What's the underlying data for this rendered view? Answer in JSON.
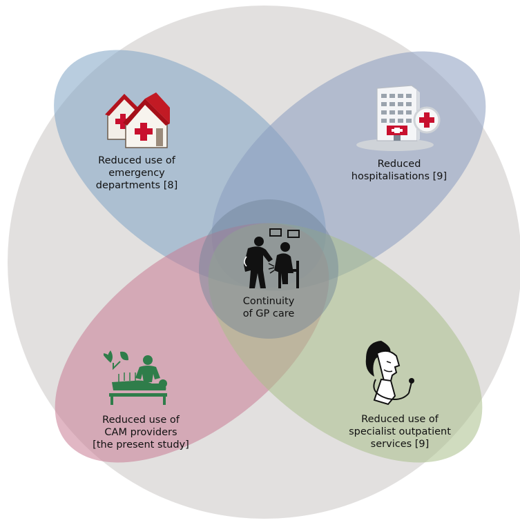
{
  "diagram": {
    "center": {
      "label_lines": [
        "Continuity",
        "of GP care"
      ],
      "icon": "doctor-patient-icon"
    },
    "petals": [
      {
        "id": "emergency",
        "icon": "house-red-cross-icon",
        "label_lines": [
          "Reduced use of",
          "emergency",
          "departments [8]"
        ],
        "color": "#7fa4c4"
      },
      {
        "id": "hospital",
        "icon": "hospital-building-icon",
        "label_lines": [
          "Reduced",
          "hospitalisations [9]"
        ],
        "color": "#8a9cc0"
      },
      {
        "id": "cam",
        "icon": "cam-therapy-icon",
        "label_lines": [
          "Reduced use of",
          "CAM providers",
          "[the present study]"
        ],
        "color": "#c97c94"
      },
      {
        "id": "specialist",
        "icon": "specialist-doctor-icon",
        "label_lines": [
          "Reduced use of",
          "specialist outpatient",
          "services [9]"
        ],
        "color": "#a9bf8b"
      }
    ],
    "colors": {
      "background_circle": "#e2e0df",
      "center_circle": "#6f8296",
      "icon_dark": "#111111",
      "icon_red": "#c8102e",
      "icon_green": "#2f7d4a"
    }
  }
}
